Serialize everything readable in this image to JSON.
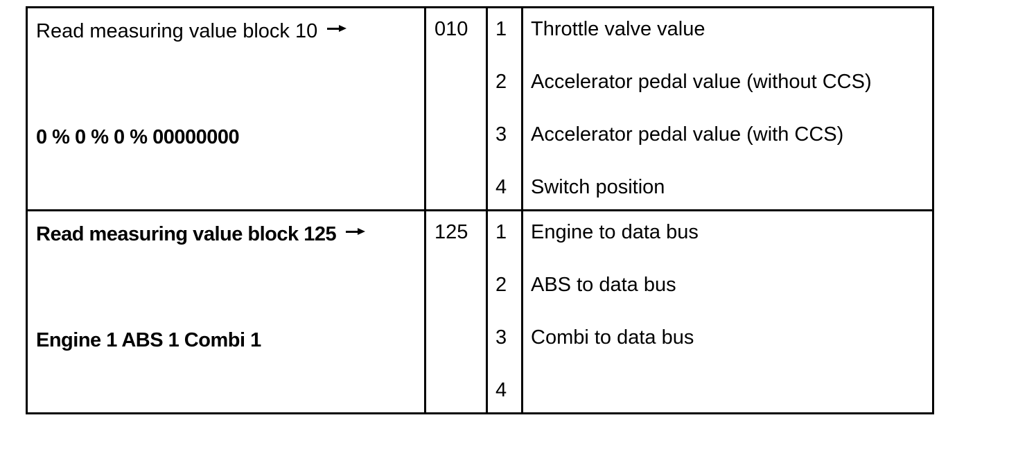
{
  "blocks": [
    {
      "title": "Read measuring value block 10",
      "value": "0 % 0 % 0 % 00000000",
      "code": "010",
      "rows": [
        {
          "num": "1",
          "label": "Throttle valve value"
        },
        {
          "num": "2",
          "label": "Accelerator pedal value (without CCS)"
        },
        {
          "num": "3",
          "label": "Accelerator pedal value (with CCS)"
        },
        {
          "num": "4",
          "label": "Switch position"
        }
      ]
    },
    {
      "title": "Read measuring value block 125",
      "value": "Engine 1 ABS 1 Combi 1",
      "code": "125",
      "rows": [
        {
          "num": "1",
          "label": "Engine to data bus"
        },
        {
          "num": "2",
          "label": "ABS to data bus"
        },
        {
          "num": "3",
          "label": "Combi to data bus"
        },
        {
          "num": "4",
          "label": ""
        }
      ]
    }
  ],
  "icons": {
    "arrow": "arrow-right-icon"
  }
}
